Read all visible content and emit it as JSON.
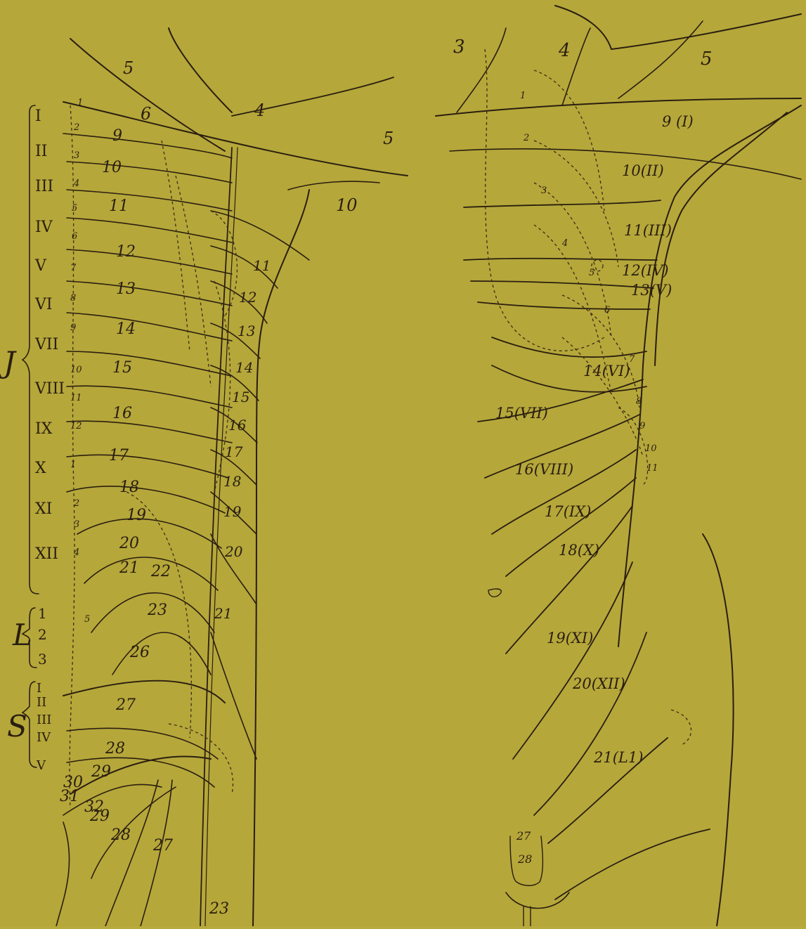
{
  "left_figure": {
    "top_labels": [
      "5",
      "6",
      "4",
      "5",
      "10"
    ],
    "vertebrae_thoracic": [
      "I",
      "II",
      "III",
      "IV",
      "V",
      "VI",
      "VII",
      "VIII",
      "IX",
      "X",
      "XI",
      "XII"
    ],
    "vertebrae_lumbar": [
      "1",
      "2",
      "3"
    ],
    "vertebrae_sacral": [
      "I",
      "II",
      "III",
      "IV",
      "V"
    ],
    "group_labels": [
      "J",
      "L",
      "S"
    ],
    "segment_labels": [
      "9",
      "10",
      "11",
      "12",
      "13",
      "14",
      "15",
      "16",
      "17",
      "18",
      "19",
      "20",
      "21",
      "22",
      "23",
      "26",
      "27",
      "28",
      "29",
      "30",
      "31",
      "32",
      "29",
      "28",
      "27",
      "23"
    ],
    "right_column_labels": [
      "11",
      "12",
      "13",
      "14",
      "15",
      "16",
      "17",
      "18",
      "19",
      "20",
      "21"
    ],
    "rib_numbers": [
      "1",
      "2",
      "3",
      "4",
      "5",
      "6",
      "7",
      "8",
      "9",
      "10",
      "11",
      "12",
      "1",
      "2",
      "3",
      "4",
      "5"
    ]
  },
  "right_figure": {
    "top_labels": [
      "3",
      "4",
      "5"
    ],
    "dermatome_labels": [
      "9 (I)",
      "10(II)",
      "11(III)",
      "12(IV)",
      "13(V)",
      "14(VI)",
      "15(VII)",
      "16(VIII)",
      "17(IX)",
      "18(X)",
      "19(XI)",
      "20(XII)",
      "21(L1)"
    ],
    "rib_numbers": [
      "1",
      "2",
      "3",
      "4",
      "5",
      "6",
      "7",
      "8",
      "9",
      "10",
      "11"
    ],
    "bottom_label_a": "27",
    "bottom_label_b": "28"
  }
}
